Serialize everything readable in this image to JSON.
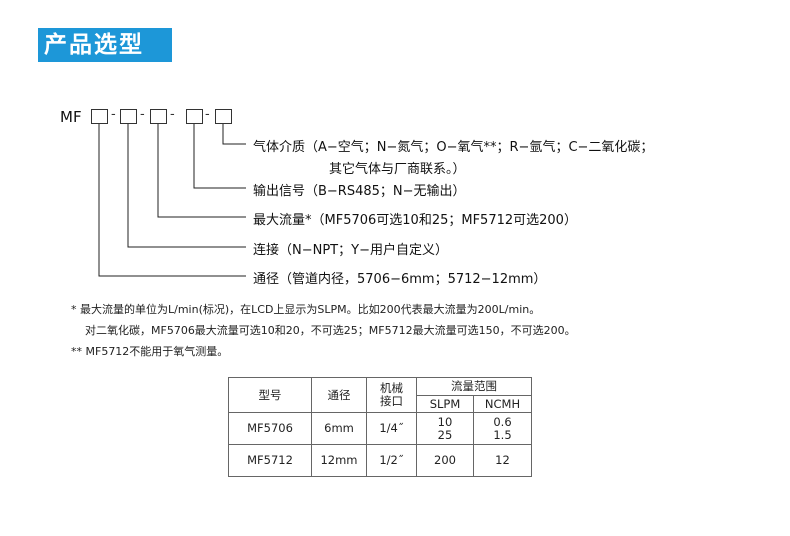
{
  "section_title": "产品选型",
  "model_code": {
    "prefix": "MF",
    "dash": "-"
  },
  "options": [
    {
      "line1": "气体介质（A−空气；N−氮气；O−氧气**；R−氩气；C−二氧化碳；",
      "line2": "其它气体与厂商联系。）"
    },
    {
      "line1": "输出信号（B−RS485；N−无输出）"
    },
    {
      "line1": "最大流量*（MF5706可选10和25；MF5712可选200）"
    },
    {
      "line1": "连接（N−NPT；Y−用户自定义）"
    },
    {
      "line1": "通径（管道内径，5706−6mm；5712−12mm）"
    }
  ],
  "notes": [
    "*  最大流量的单位为L/min(标况)，在LCD上显示为SLPM。比如200代表最大流量为200L/min。",
    "对二氧化碳，MF5706最大流量可选10和20，不可选25；MF5712最大流量可选150，不可选200。",
    "** MF5712不能用于氧气测量。"
  ],
  "table": {
    "headers": {
      "model": "型号",
      "bore": "通径",
      "mech_line1": "机械",
      "mech_line2": "接口",
      "flow_range": "流量范围",
      "slpm": "SLPM",
      "ncmh": "NCMH"
    },
    "rows": [
      {
        "model": "MF5706",
        "bore": "6mm",
        "port": "1/4˝",
        "slpm_1": "10",
        "slpm_2": "25",
        "ncmh_1": "0.6",
        "ncmh_2": "1.5"
      },
      {
        "model": "MF5712",
        "bore": "12mm",
        "port": "1/2˝",
        "slpm_1": "200",
        "ncmh_1": "12"
      }
    ]
  },
  "colors": {
    "title_bg": "#1d97d8",
    "title_text": "#ffffff"
  }
}
